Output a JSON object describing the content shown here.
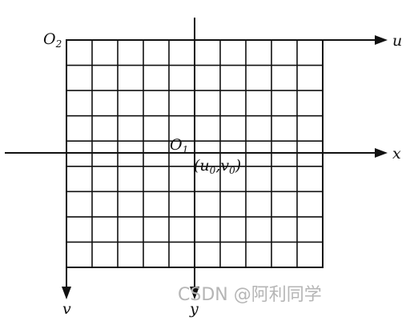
{
  "diagram": {
    "grid": {
      "columns": 10,
      "rows": 9
    },
    "labels": {
      "image_origin": {
        "base": "O",
        "sub": "2"
      },
      "center_origin": {
        "base": "O",
        "sub": "1"
      },
      "u_axis": "u",
      "v_axis": "v",
      "x_axis": "x",
      "y_axis": "y",
      "principal_point": {
        "open": "(",
        "u": "u",
        "u_sub": "0",
        "comma": ",",
        "v": "v",
        "v_sub": "0",
        "close": ")"
      }
    },
    "watermark": "CSDN @阿利同学",
    "colors": {
      "line": "#111111",
      "watermark": "#b5b5b5"
    }
  }
}
